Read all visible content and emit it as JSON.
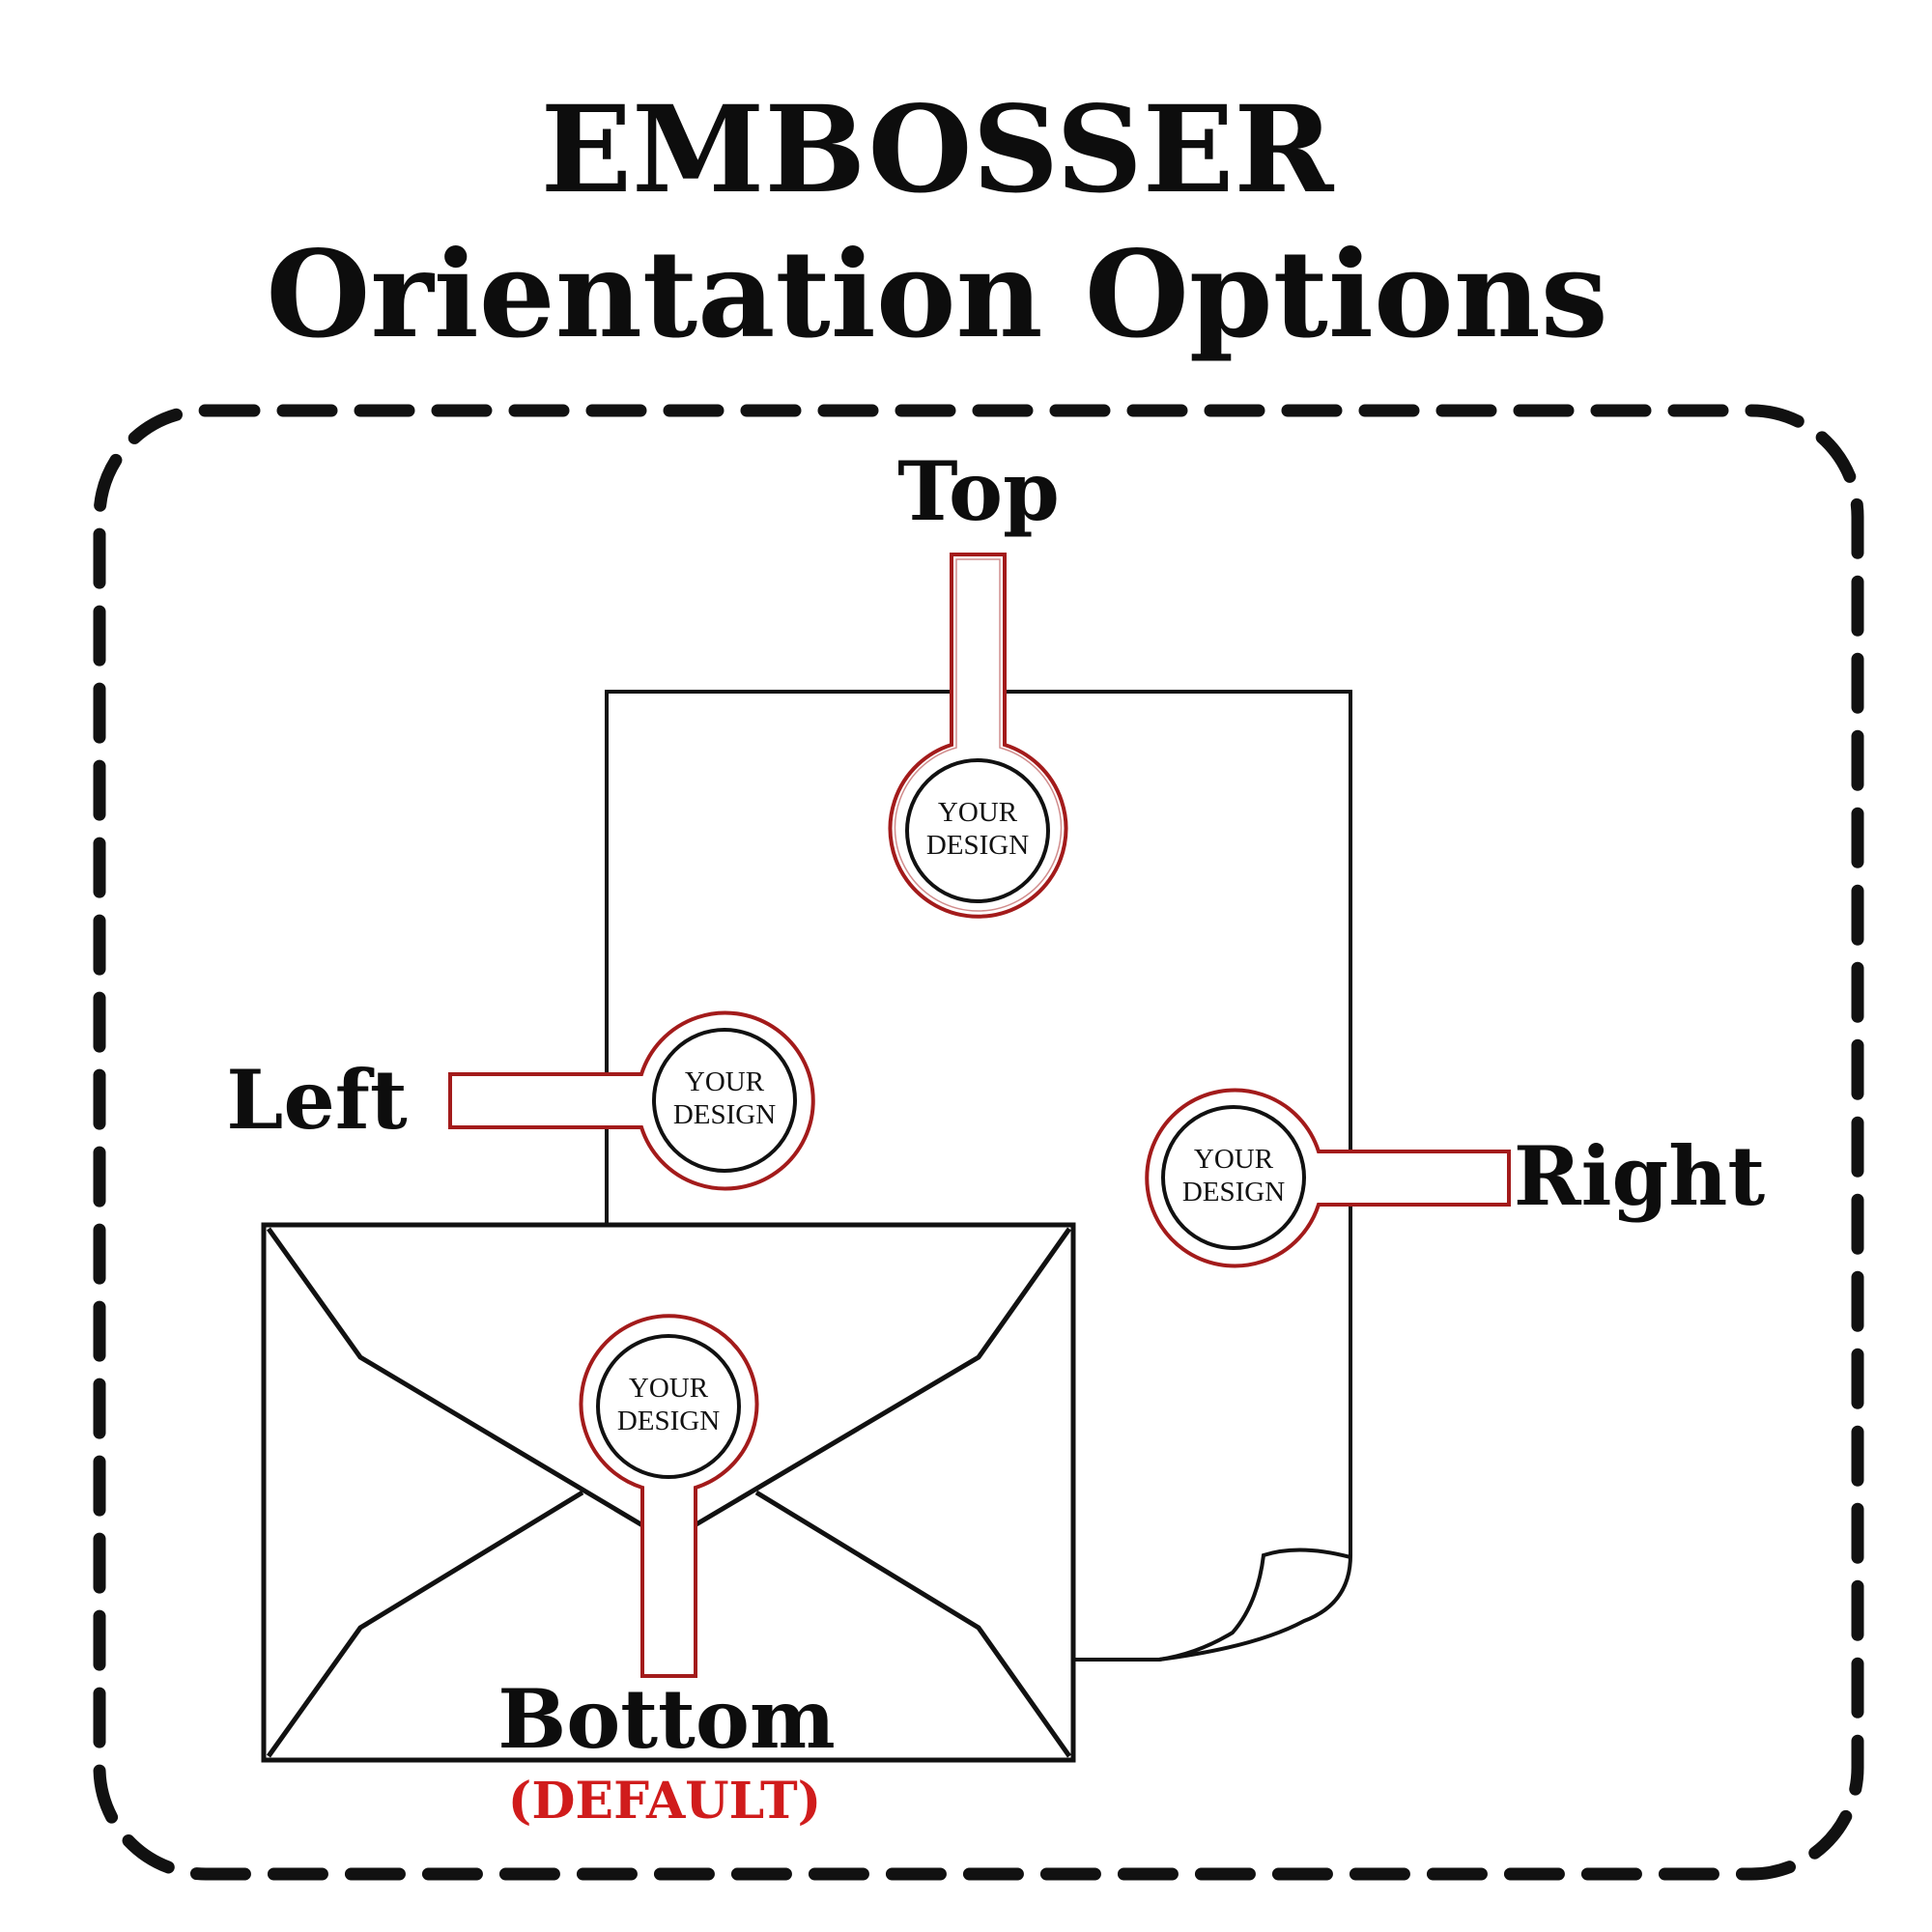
{
  "title": {
    "line1": "EMBOSSER",
    "line2": "Orientation Options"
  },
  "labels": {
    "top": "Top",
    "left": "Left",
    "right": "Right",
    "bottom": "Bottom",
    "default_note": "(DEFAULT)"
  },
  "seal_text": {
    "top": {
      "line1": "YOUR",
      "line2": "DESIGN"
    },
    "left": {
      "line1": "YOUR",
      "line2": "DESIGN"
    },
    "right": {
      "line1": "YOUR",
      "line2": "DESIGN"
    },
    "bottom": {
      "line1": "YOUR",
      "line2": "DESIGN"
    }
  },
  "colors": {
    "ink": "#111111",
    "accent_red": "#a31b1b",
    "default_red": "#d01c1c",
    "background": "#ffffff"
  },
  "icons": [
    "paper-sheet-icon",
    "envelope-icon",
    "embosser-seal-icon"
  ]
}
